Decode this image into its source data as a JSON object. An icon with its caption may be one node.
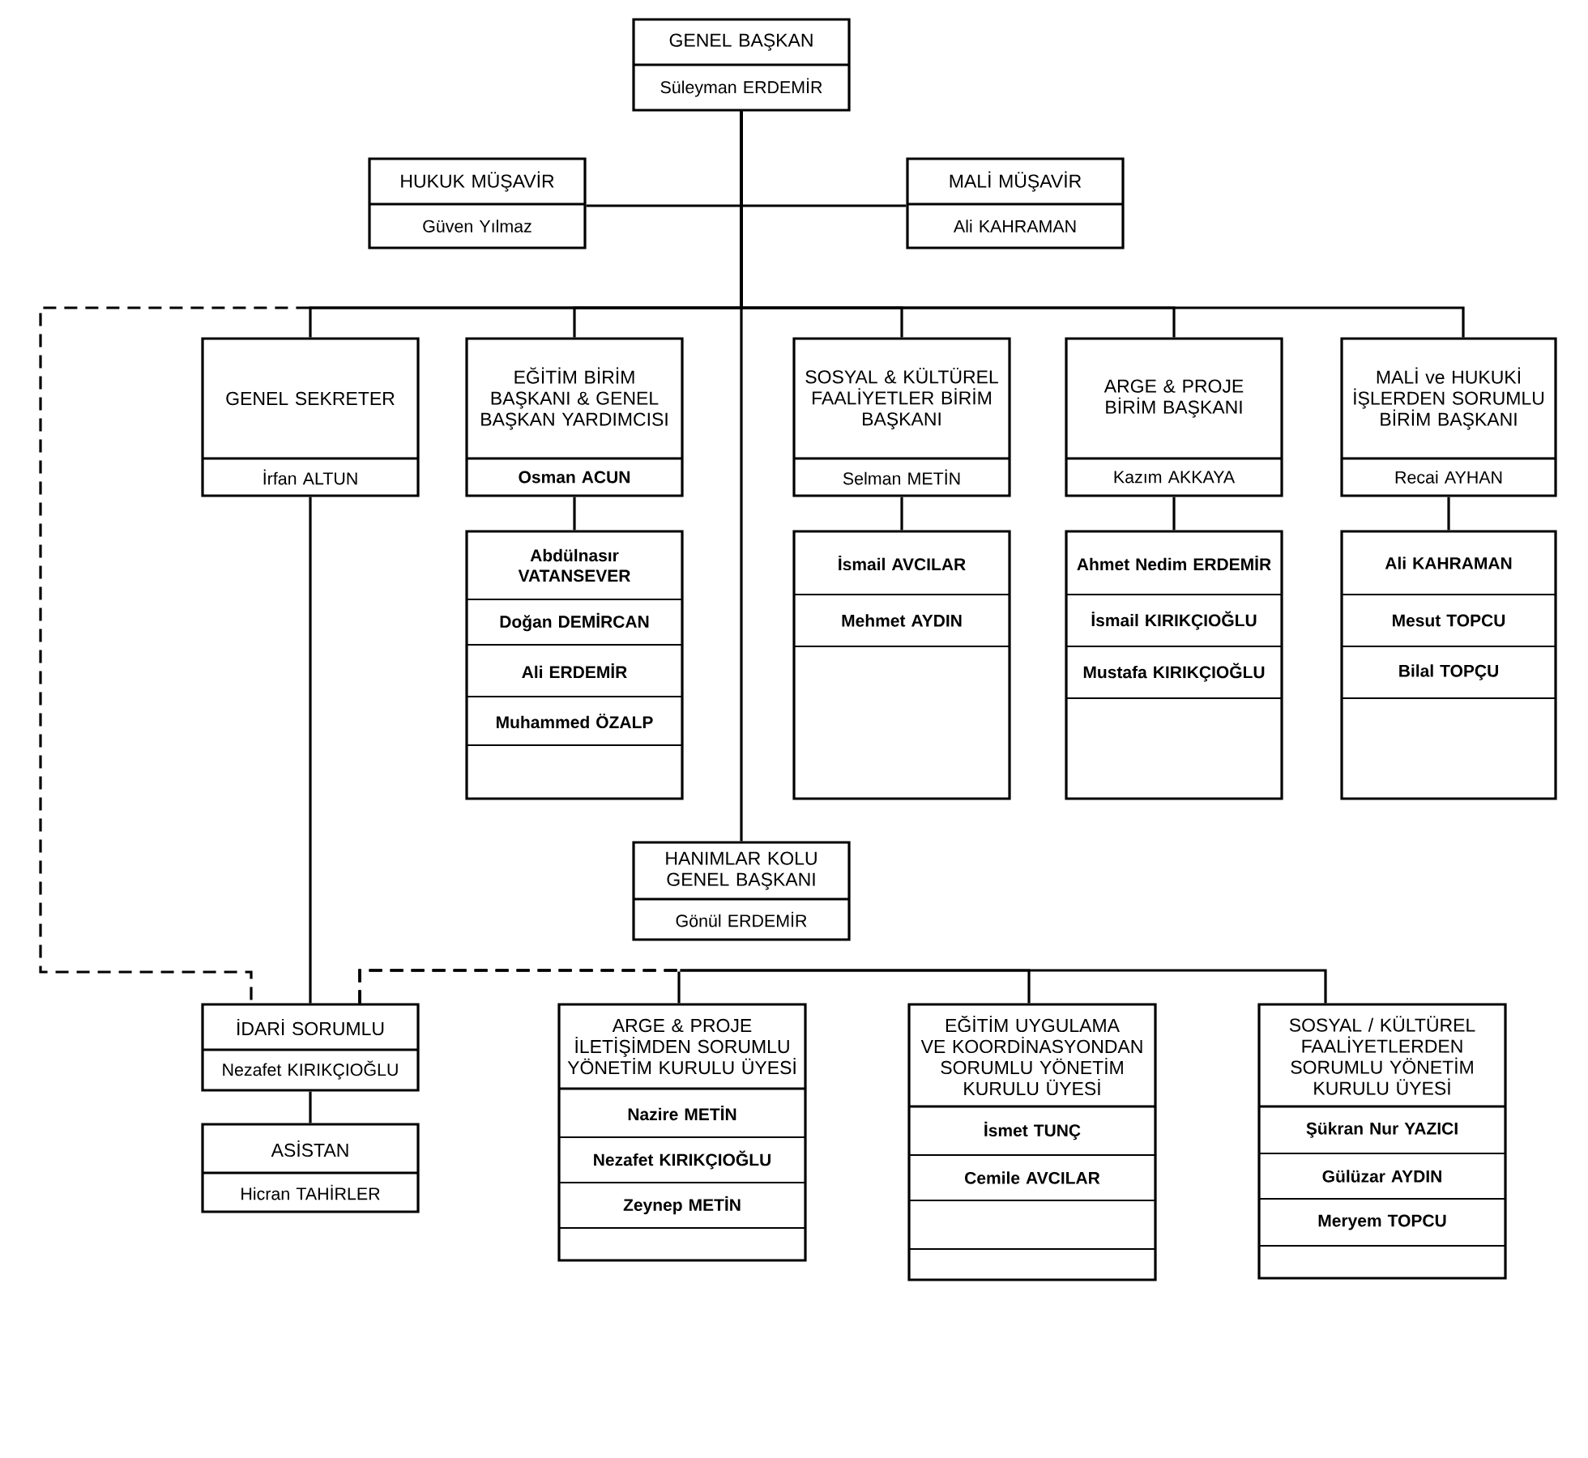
{
  "diagram": {
    "nodes": [
      {
        "text": [
          "GENEL BAŞKAN",
          "Süleyman ERDEMİR"
        ]
      },
      {
        "text": [
          "HUKUK MÜŞAVİR",
          "Güven Yılmaz"
        ]
      },
      {
        "text": [
          "MALİ MÜŞAVİR",
          "Ali KAHRAMAN"
        ]
      },
      {
        "text": [
          "GENEL SEKRETER",
          "İrfan ALTUN"
        ]
      },
      {
        "text": [
          "EĞİTİM BİRİM BAŞKANI & GENEL BAŞKAN YARDIMCISI",
          "Osman ACUN"
        ]
      },
      {
        "text": [
          "SOSYAL & KÜLTÜREL FAALİYETLER BİRİM BAŞKANI",
          "Selman METİN"
        ]
      },
      {
        "text": [
          "ARGE & PROJE BİRİM BAŞKANI",
          "Kazım AKKAYA"
        ]
      },
      {
        "text": [
          "MALİ ve HUKUKİ İŞLERDEN SORUMLU BİRİM BAŞKANI",
          "Recai AYHAN"
        ]
      },
      {
        "text": [
          "Abdülnasır VATANSEVER",
          "Doğan DEMİRCAN",
          "Ali ERDEMİR",
          "Muhammed ÖZALP"
        ]
      },
      {
        "text": [
          "İsmail AVCILAR",
          "Mehmet AYDIN"
        ]
      },
      {
        "text": [
          "Ahmet Nedim ERDEMİR",
          "İsmail KIRIKÇIOĞLU",
          "Mustafa KIRIKÇIOĞLU"
        ]
      },
      {
        "text": [
          "Ali KAHRAMAN",
          "Mesut TOPCU",
          "Bilal TOPÇU"
        ]
      },
      {
        "text": [
          "HANIMLAR KOLU GENEL BAŞKANI",
          "Gönül ERDEMİR"
        ]
      },
      {
        "text": [
          "İDARİ SORUMLU",
          "Nezafet KIRIKÇIOĞLU"
        ]
      },
      {
        "text": [
          "ARGE & PROJE İLETİŞİMDEN SORUMLU YÖNETİM KURULU ÜYESİ",
          "Nazire METİN",
          "Nezafet KIRIKÇIOĞLU",
          "Zeynep METİN"
        ]
      },
      {
        "text": [
          "EĞİTİM UYGULAMA VE KOORDİNASYONDAN SORUMLU YÖNETİM KURULU ÜYESİ",
          "İsmet TUNÇ",
          "Cemile AVCILAR"
        ]
      },
      {
        "text": [
          "SOSYAL / KÜLTÜREL FAALİYETLERDEN SORUMLU YÖNETİM KURULU ÜYESİ",
          "Şükran Nur YAZICI",
          "Gülüzar AYDIN",
          "Meryem TOPCU"
        ]
      },
      {
        "text": [
          "ASİSTAN",
          "Hicran TAHİRLER"
        ]
      }
    ],
    "edges": [
      {
        "from": 0,
        "to": 1,
        "arrow": "none"
      },
      {
        "from": 0,
        "to": 2,
        "arrow": "none"
      },
      {
        "from": 0,
        "to": 3,
        "arrow": "none"
      },
      {
        "from": 0,
        "to": 4,
        "arrow": "none"
      },
      {
        "from": 0,
        "to": 5,
        "arrow": "none"
      },
      {
        "from": 0,
        "to": 6,
        "arrow": "none"
      },
      {
        "from": 0,
        "to": 7,
        "arrow": "none"
      },
      {
        "from": 0,
        "to": 12,
        "arrow": "none"
      },
      {
        "from": 0,
        "to": 13,
        "arrow": "none",
        "style": "dashed"
      },
      {
        "from": 3,
        "to": 13,
        "arrow": "none"
      },
      {
        "from": 4,
        "to": 8,
        "arrow": "none"
      },
      {
        "from": 5,
        "to": 9,
        "arrow": "none"
      },
      {
        "from": 6,
        "to": 10,
        "arrow": "none"
      },
      {
        "from": 7,
        "to": 11,
        "arrow": "none"
      },
      {
        "from": 13,
        "to": 17,
        "arrow": "none"
      },
      {
        "from": 13,
        "to": 14,
        "arrow": "none",
        "style": "dashed"
      },
      {
        "from": 13,
        "to": 15,
        "arrow": "none",
        "style": "dashed"
      },
      {
        "from": 13,
        "to": 16,
        "arrow": "none",
        "style": "dashed"
      }
    ]
  }
}
